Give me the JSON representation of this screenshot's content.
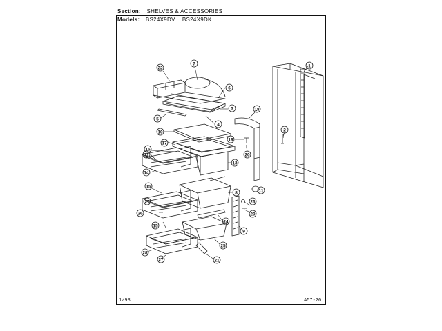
{
  "header": {
    "section_label": "Section:",
    "section_value": "SHELVES & ACCESSORIES",
    "models_label": "Models:",
    "models_value": "BS24X9DV    BS24X9DK"
  },
  "footer": {
    "date": "1/93",
    "page_code": "A57-20"
  },
  "callouts": {
    "c1": "1",
    "c2": "2",
    "c3": "3",
    "c4": "4",
    "c5": "5",
    "c6": "6",
    "c7": "7",
    "c8": "8",
    "c9": "9",
    "c10": "10",
    "c11": "11",
    "c12": "12",
    "c13": "13",
    "c14": "14",
    "c15a": "15",
    "c15b": "15",
    "c16": "16",
    "c17": "17",
    "c18": "18",
    "c19": "19",
    "c20a": "20",
    "c20b": "20",
    "c21": "21",
    "c22": "22",
    "c23": "23",
    "c24": "24",
    "c25": "25",
    "c26": "26",
    "c27a": "27",
    "c27b": "27",
    "c28": "28"
  }
}
